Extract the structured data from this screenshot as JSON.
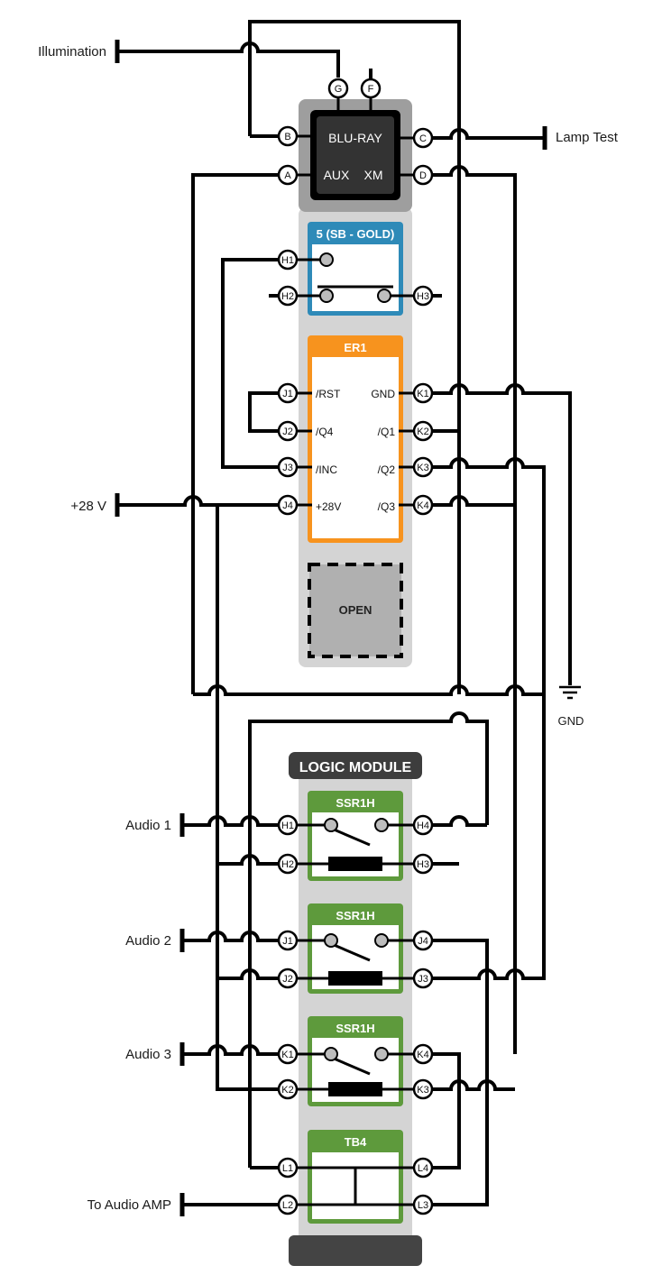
{
  "diagram": {
    "type": "wiring-diagram",
    "external_labels": {
      "illumination": "Illumination",
      "lamp_test": "Lamp Test",
      "plus28v": "+28 V",
      "gnd": "GND",
      "audio1": "Audio 1",
      "audio2": "Audio 2",
      "audio3": "Audio 3",
      "to_audio_amp": "To Audio AMP"
    },
    "modules": {
      "bluray": {
        "line1": "BLU-RAY",
        "aux": "AUX",
        "xm": "XM",
        "pins": [
          "G",
          "F",
          "B",
          "C",
          "A",
          "D"
        ]
      },
      "sb_gold": {
        "title": "5 (SB - GOLD)",
        "pins": [
          "H1",
          "H2",
          "H3"
        ]
      },
      "er1": {
        "title": "ER1",
        "left_pins": [
          "J1",
          "J2",
          "J3",
          "J4"
        ],
        "left_signals": [
          "/RST",
          "/Q4",
          "/INC",
          "+28V"
        ],
        "right_pins": [
          "K1",
          "K2",
          "K3",
          "K4"
        ],
        "right_signals": [
          "GND",
          "/Q1",
          "/Q2",
          "/Q3"
        ]
      },
      "open_slot": {
        "label": "OPEN"
      },
      "logic_module": {
        "title": "LOGIC MODULE"
      },
      "ssr1": {
        "title": "SSR1H",
        "pins": [
          "H1",
          "H2",
          "H4",
          "H3"
        ]
      },
      "ssr2": {
        "title": "SSR1H",
        "pins": [
          "J1",
          "J2",
          "J4",
          "J3"
        ]
      },
      "ssr3": {
        "title": "SSR1H",
        "pins": [
          "K1",
          "K2",
          "K4",
          "K3"
        ]
      },
      "tb4": {
        "title": "TB4",
        "pins": [
          "L1",
          "L2",
          "L4",
          "L3"
        ]
      }
    },
    "colors": {
      "sb_gold": "#2e8ab8",
      "er1": "#f7931e",
      "ssr": "#5e9a3c",
      "rail_light": "#d4d4d4",
      "rail_dark": "#9e9e9e",
      "bluray_body": "#333333",
      "logic_header": "#3d3d3d",
      "open_fill": "#b0b0b0"
    }
  }
}
